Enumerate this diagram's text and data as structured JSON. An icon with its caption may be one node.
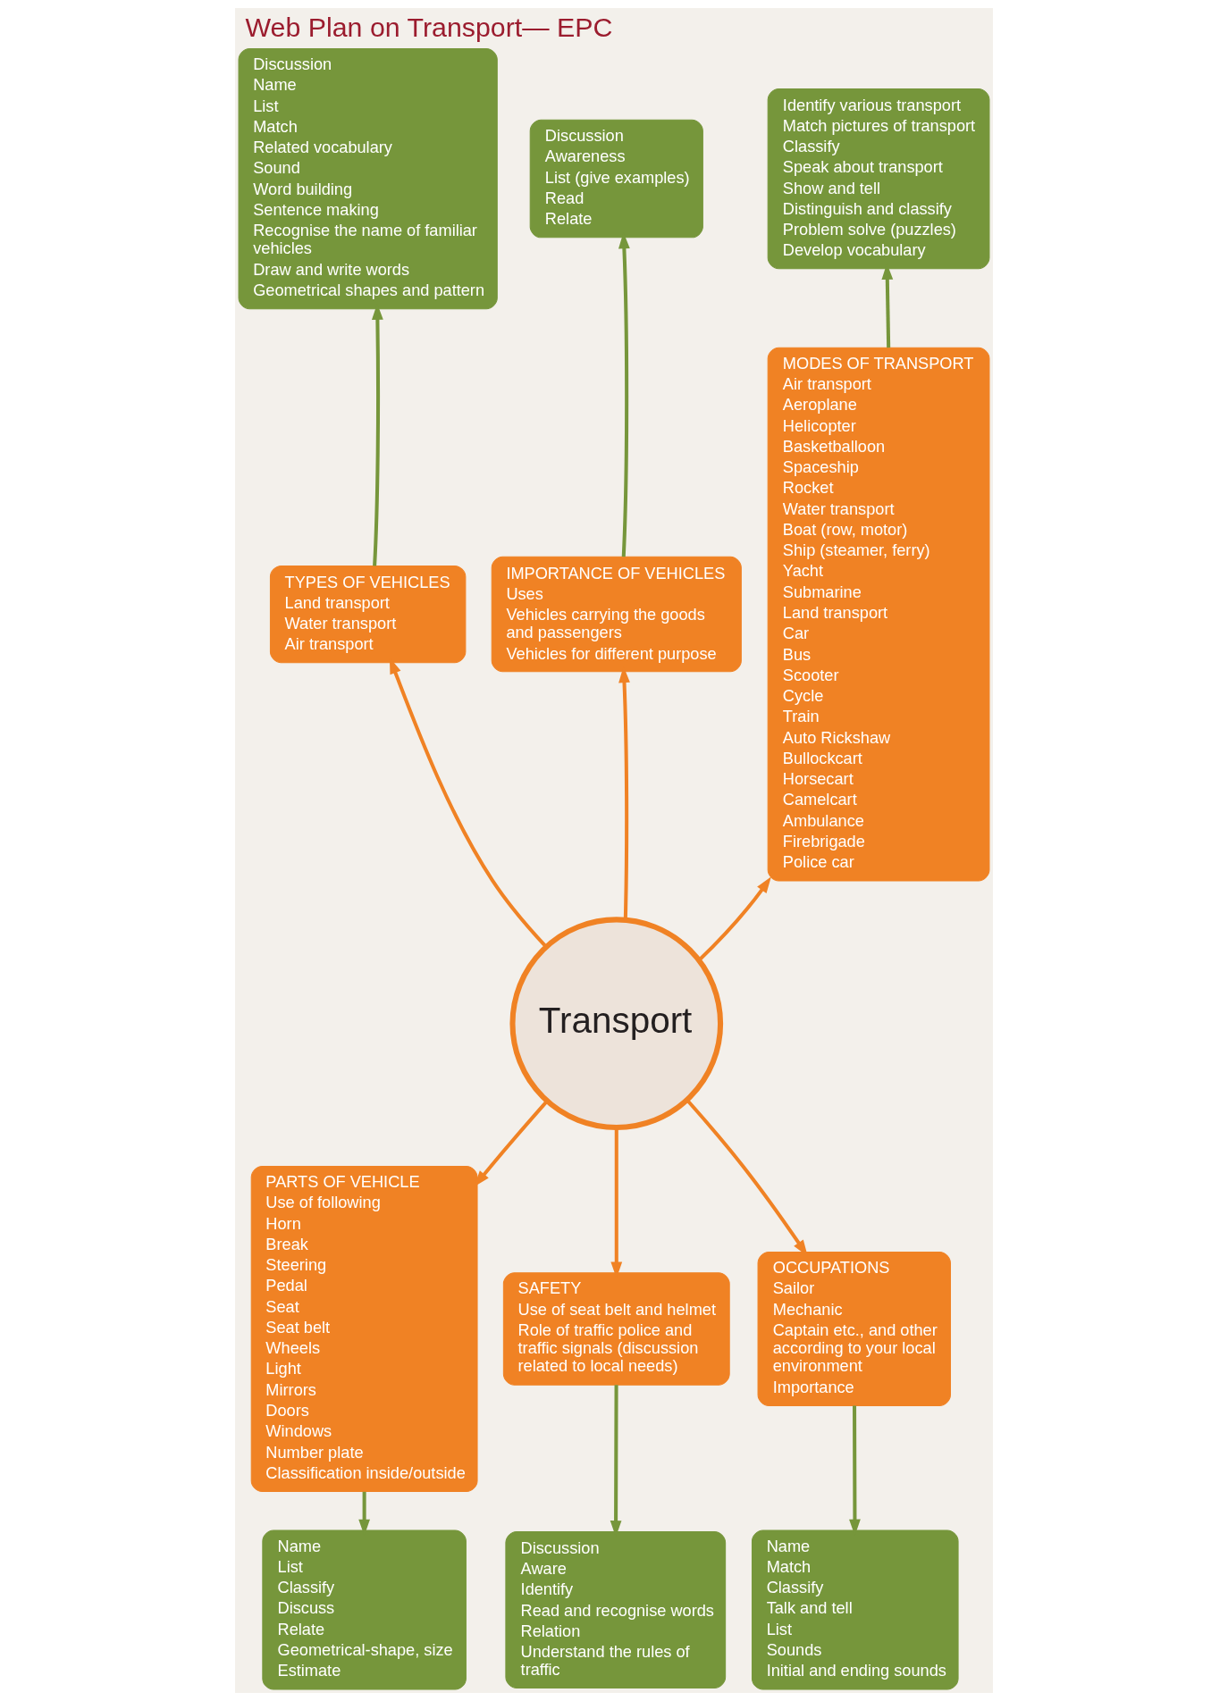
{
  "diagram": {
    "title": "Web Plan on Transport— EPC",
    "nodes": [
      {
        "text": [
          "Transport"
        ]
      },
      {
        "text": [
          "TYPES OF VEHICLES",
          "Land transport",
          "Water transport",
          "Air transport"
        ]
      },
      {
        "text": [
          "Discussion",
          "Name",
          "List",
          "Match",
          "Related vocabulary",
          "Sound",
          "Word building",
          "Sentence making",
          "Recognise the name of familiar vehicles",
          "Draw and write words",
          "Geometrical shapes and pattern"
        ]
      },
      {
        "text": [
          "IMPORTANCE OF VEHICLES",
          "Uses",
          "Vehicles carrying the goods and passengers",
          "Vehicles for different purpose"
        ]
      },
      {
        "text": [
          "Discussion",
          "Awareness",
          "List (give examples)",
          "Read",
          "Relate"
        ]
      },
      {
        "text": [
          "MODES OF TRANSPORT",
          "Air transport",
          "Aeroplane",
          "Helicopter",
          "Basketballoon",
          "Spaceship",
          "Rocket",
          "Water transport",
          "Boat (row, motor)",
          "Ship (steamer, ferry)",
          "Yacht",
          "Submarine",
          "Land transport",
          "Car",
          "Bus",
          "Scooter",
          "Cycle",
          "Train",
          "Auto Rickshaw",
          "Bullockcart",
          "Horsecart",
          "Camelcart",
          "Ambulance",
          "Firebrigade",
          "Police car"
        ]
      },
      {
        "text": [
          "Identify various transport",
          "Match pictures of transport",
          "Classify",
          "Speak about transport",
          "Show and tell",
          "Distinguish and classify",
          "Problem solve (puzzles)",
          "Develop vocabulary"
        ]
      },
      {
        "text": [
          "PARTS OF VEHICLE",
          "Use of following",
          "Horn",
          "Break",
          "Steering",
          "Pedal",
          "Seat",
          "Seat belt",
          "Wheels",
          "Light",
          "Mirrors",
          "Doors",
          "Windows",
          "Number plate",
          "Classification inside/outside"
        ]
      },
      {
        "text": [
          "Name",
          "List",
          "Classify",
          "Discuss",
          "Relate",
          "Geometrical-shape, size",
          "Estimate"
        ]
      },
      {
        "text": [
          "SAFETY",
          "Use of seat belt and helmet",
          "Role of traffic police and traffic signals (discussion related to local needs)"
        ]
      },
      {
        "text": [
          "Discussion",
          "Aware",
          "Identify",
          "Read and recognise words",
          "Relation",
          "Understand the rules of traffic"
        ]
      },
      {
        "text": [
          "OCCUPATIONS",
          "Sailor",
          "Mechanic",
          "Captain etc., and other according to your local environment",
          "Importance"
        ]
      },
      {
        "text": [
          "Name",
          "Match",
          "Classify",
          "Talk and tell",
          "List",
          "Sounds",
          "Initial and ending sounds"
        ]
      }
    ],
    "edges": [
      {
        "from": 0,
        "to": 1,
        "arrow": "to"
      },
      {
        "from": 0,
        "to": 3,
        "arrow": "to"
      },
      {
        "from": 0,
        "to": 5,
        "arrow": "to"
      },
      {
        "from": 0,
        "to": 7,
        "arrow": "to"
      },
      {
        "from": 0,
        "to": 9,
        "arrow": "to"
      },
      {
        "from": 0,
        "to": 11,
        "arrow": "to"
      },
      {
        "from": 1,
        "to": 2,
        "arrow": "to",
        "color": "#76963b"
      },
      {
        "from": 3,
        "to": 4,
        "arrow": "to",
        "color": "#76963b"
      },
      {
        "from": 5,
        "to": 6,
        "arrow": "to",
        "color": "#76963b"
      },
      {
        "from": 7,
        "to": 8,
        "arrow": "to",
        "color": "#76963b"
      },
      {
        "from": 9,
        "to": 10,
        "arrow": "to",
        "color": "#76963b"
      },
      {
        "from": 11,
        "to": 12,
        "arrow": "to",
        "color": "#76963b"
      }
    ]
  }
}
